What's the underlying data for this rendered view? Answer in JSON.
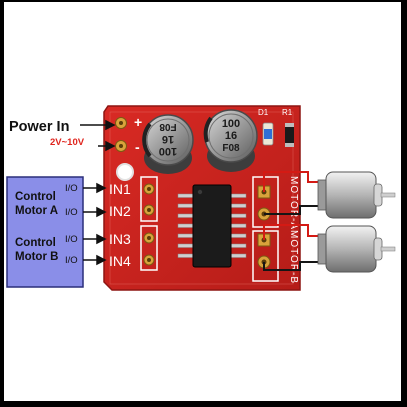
{
  "power": {
    "title": "Power In",
    "voltage": "2V~10V",
    "plus": "+",
    "minus": "-"
  },
  "control": {
    "motor_a": [
      "Control",
      "Motor A"
    ],
    "motor_b": [
      "Control",
      "Motor B"
    ],
    "io": [
      "I/O",
      "I/O",
      "I/O",
      "I/O"
    ]
  },
  "board": {
    "inputs": [
      "IN1",
      "IN2",
      "IN3",
      "IN4"
    ],
    "motor_a_label": "MOTOR-A",
    "motor_b_label": "MOTOR-B",
    "cap1": [
      "100",
      "16",
      "F08"
    ],
    "cap2": [
      "100",
      "16",
      "F08"
    ],
    "d1": "D1",
    "r1": "R1"
  },
  "colors": {
    "board": "#c8231f",
    "control_box": "#8a8ee8",
    "wire_red": "#d41a14",
    "wire_black": "#151515",
    "voltage_text": "#e0241d"
  }
}
